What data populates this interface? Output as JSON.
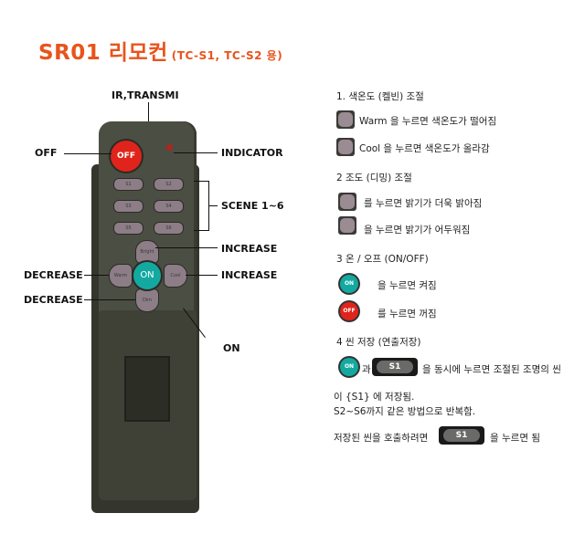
{
  "header": {
    "title": "SR01 리모컨",
    "subtitle": "(TC-S1, TC-S2 용)"
  },
  "remote": {
    "callouts": {
      "ir": "IR,TRANSMI",
      "off": "OFF",
      "indicator": "INDICATOR",
      "scene": "SCENE 1~6",
      "increase_up": "INCREASE",
      "increase_right": "INCREASE",
      "decrease_left": "DECREASE",
      "decrease_down": "DECREASE",
      "on": "ON"
    },
    "buttons": {
      "off": "OFF",
      "on": "ON",
      "up": "Bright",
      "down": "Dim",
      "left": "Warm",
      "right": "Cool",
      "scenes": [
        "S1",
        "S2",
        "S3",
        "S4",
        "S5",
        "S6"
      ]
    }
  },
  "instructions": {
    "section1": {
      "heading": "1. 색온도 (켈빈) 조절",
      "line1": "Warm 을 누르면 색온도가 떨어짐",
      "line2": "Cool 을 누르면 색온도가 올라감"
    },
    "section2": {
      "heading": "2 조도 (디밍) 조절",
      "line1": "를 누르면 밝기가 더욱 밝아짐",
      "line2": "을 누르면 밝기가 어두워짐"
    },
    "section3": {
      "heading": "3 온 / 오프 (ON/OFF)",
      "line1": "을 누르면 켜짐",
      "line2": "를 누르면 꺼짐"
    },
    "section4": {
      "heading": "4 씬 저장 (연출저장)",
      "conj": "과",
      "line1": "을 동시에 누르면 조절된 조명의 씬",
      "line2": "이 {S1} 에 저장됨.",
      "line3": "S2~S6까지 같은 방법으로 반복함.",
      "recall_prefix": "저장된 씬을 호출하려면",
      "recall_suffix": "을 누르면 됨"
    },
    "icon_labels": {
      "on": "ON",
      "off": "OFF",
      "s1": "S1"
    }
  }
}
